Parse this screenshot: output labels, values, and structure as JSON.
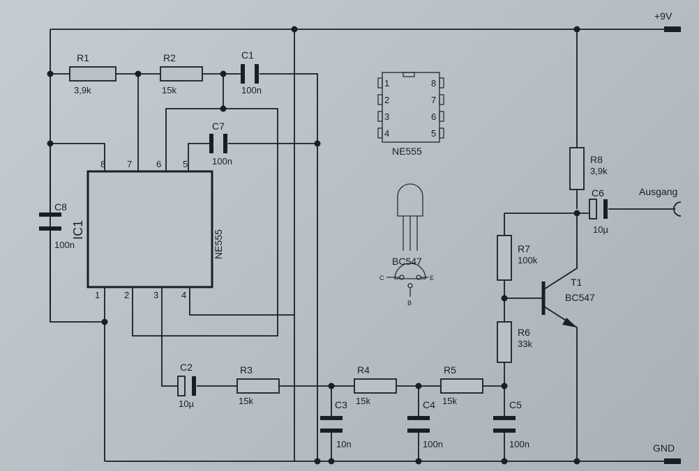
{
  "rails": {
    "supply": "+9V",
    "ground": "GND",
    "output": "Ausgang"
  },
  "ic": {
    "ref": "IC1",
    "part": "NE555",
    "pins": [
      "1",
      "2",
      "3",
      "4",
      "5",
      "6",
      "7",
      "8"
    ]
  },
  "pinout": {
    "part": "NE555",
    "left_pins": [
      "1",
      "2",
      "3",
      "4"
    ],
    "right_pins": [
      "8",
      "7",
      "6",
      "5"
    ]
  },
  "transistor_package": {
    "part": "BC547",
    "c": "C",
    "b": "B",
    "e": "E"
  },
  "transistor": {
    "ref": "T1",
    "part": "BC547"
  },
  "components": {
    "R1": {
      "ref": "R1",
      "value": "3,9k"
    },
    "R2": {
      "ref": "R2",
      "value": "15k"
    },
    "R3": {
      "ref": "R3",
      "value": "15k"
    },
    "R4": {
      "ref": "R4",
      "value": "15k"
    },
    "R5": {
      "ref": "R5",
      "value": "15k"
    },
    "R6": {
      "ref": "R6",
      "value": "33k"
    },
    "R7": {
      "ref": "R7",
      "value": "100k"
    },
    "R8": {
      "ref": "R8",
      "value": "3,9k"
    },
    "C1": {
      "ref": "C1",
      "value": "100n"
    },
    "C2": {
      "ref": "C2",
      "value": "10µ"
    },
    "C3": {
      "ref": "C3",
      "value": "10n"
    },
    "C4": {
      "ref": "C4",
      "value": "100n"
    },
    "C5": {
      "ref": "C5",
      "value": "100n"
    },
    "C6": {
      "ref": "C6",
      "value": "10µ"
    },
    "C7": {
      "ref": "C7",
      "value": "100n"
    },
    "C8": {
      "ref": "C8",
      "value": "100n"
    }
  },
  "colors": {
    "ink": "#1b1e22",
    "paper": "#bcc3c9"
  }
}
